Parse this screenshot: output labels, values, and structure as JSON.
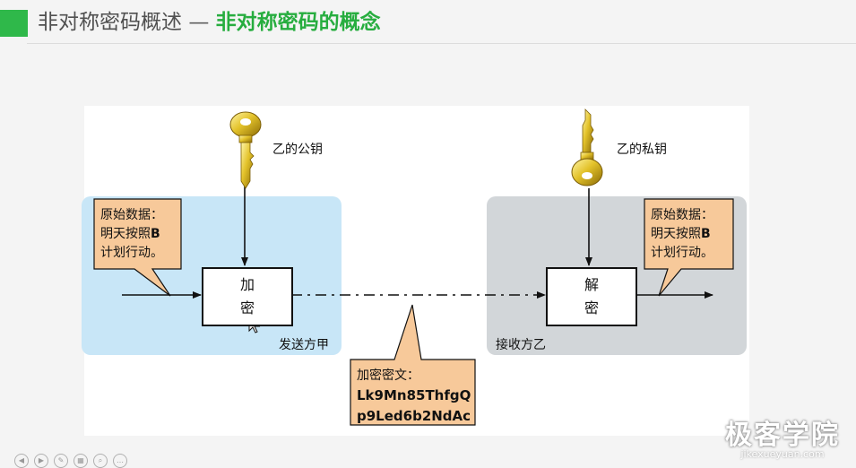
{
  "header": {
    "title": "非对称密码概述",
    "separator": "—",
    "subtitle": "非对称密码的概念",
    "accent_color": "#27ad3f"
  },
  "keys": {
    "public_key_label": "乙的公钥",
    "private_key_label": "乙的私钥",
    "key_icon": "key-icon",
    "key_color": "#d4b21c"
  },
  "sender": {
    "party_label": "发送方甲",
    "panel_color": "#c8e6f7",
    "process_char_1": "加",
    "process_char_2": "密",
    "note": {
      "line1": "原始数据：",
      "line2_text": "明天按照",
      "line2_bold": "B",
      "line3": "计划行动。"
    }
  },
  "receiver": {
    "party_label": "接收方乙",
    "panel_color": "#d2d6d9",
    "process_char_1": "解",
    "process_char_2": "密",
    "note": {
      "line1": "原始数据：",
      "line2_text": "明天按照",
      "line2_bold": "B",
      "line3": "计划行动。"
    }
  },
  "ciphertext": {
    "label": "加密密文：",
    "line1": "Lk9Mn85ThfgQ",
    "line2": "p9Led6b2NdAc",
    "callout_color": "#f7c99a"
  },
  "watermark": {
    "big": "极客学院",
    "small": "jikexueyuan.com"
  }
}
